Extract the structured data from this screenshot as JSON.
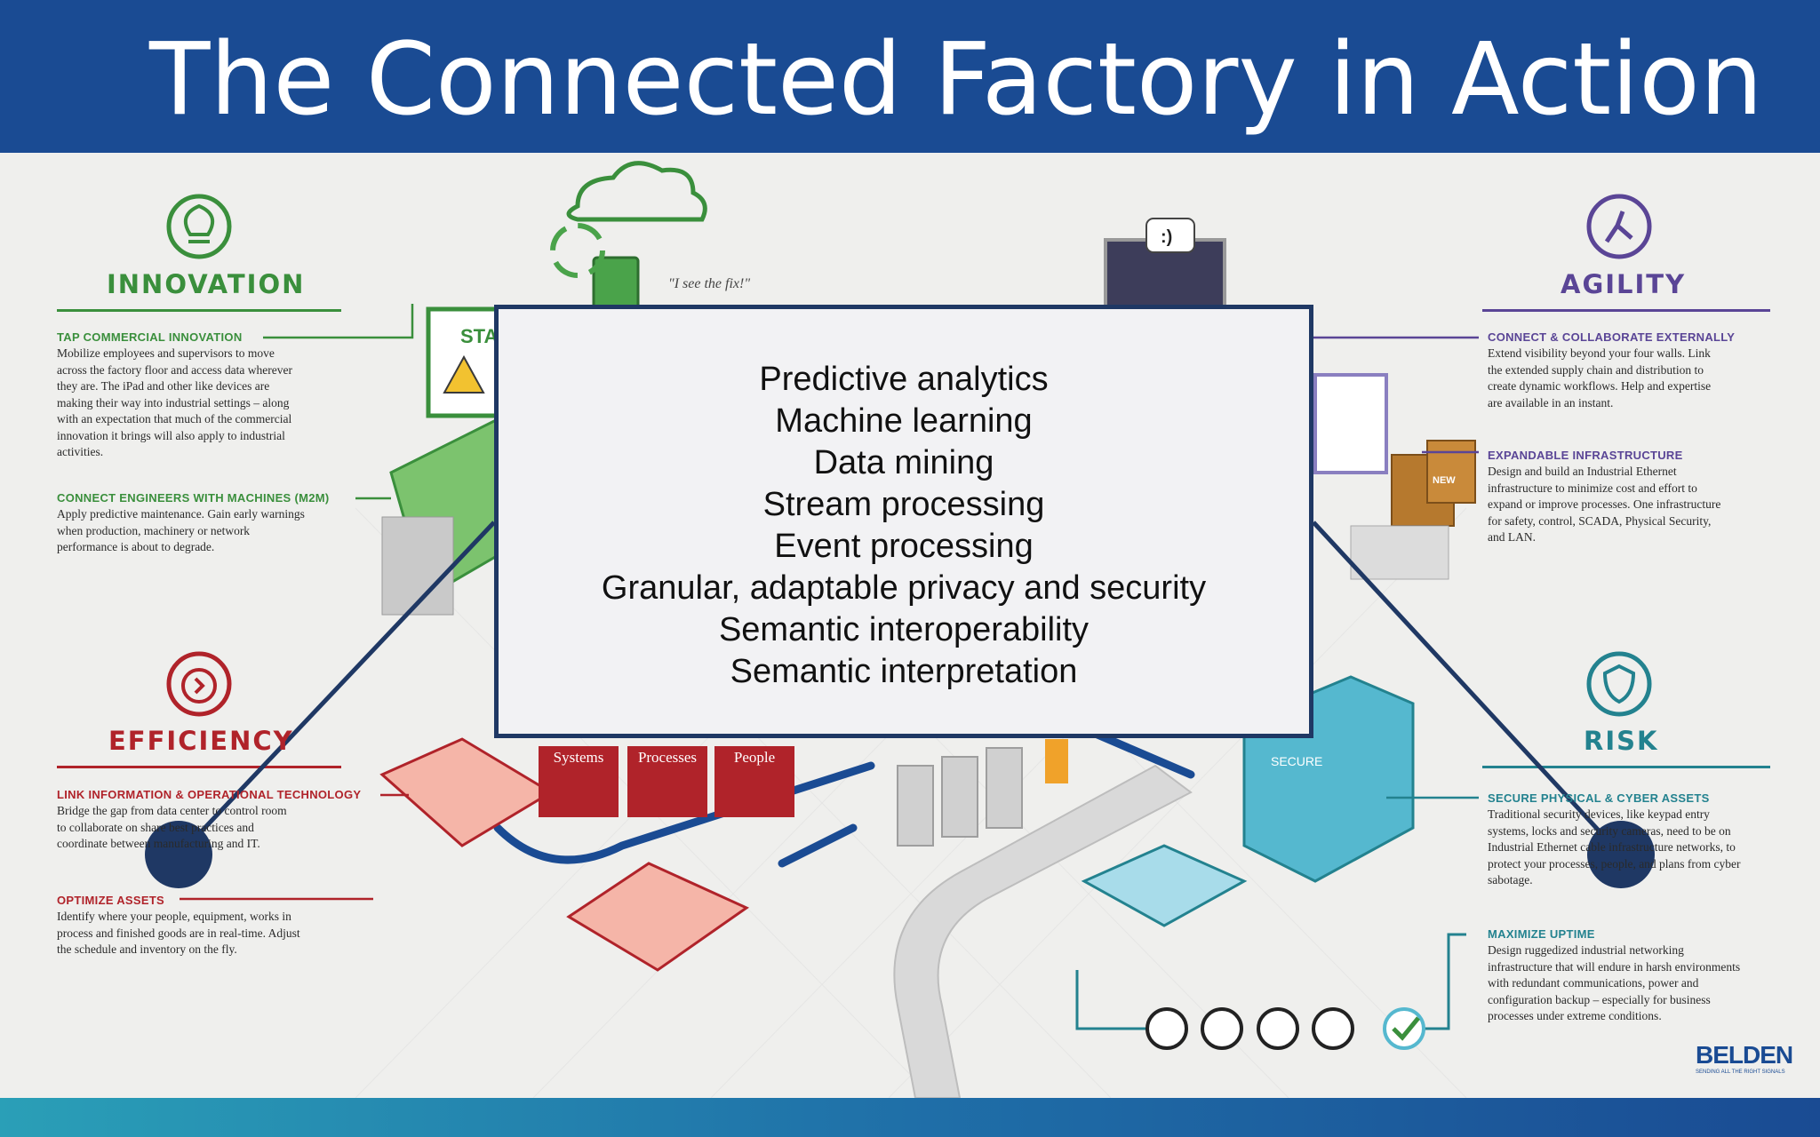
{
  "slide": {
    "title": "The Connected Factory in Action"
  },
  "innovation": {
    "title": "INNOVATION",
    "items": [
      {
        "heading": "TAP COMMERCIAL INNOVATION",
        "text": "Mobilize employees and supervisors to move across the factory floor and access data wherever they are. The iPad and other like devices are making their way into industrial settings – along with an expectation that much of the commercial innovation it brings will also apply to industrial activities."
      },
      {
        "heading": "CONNECT ENGINEERS WITH MACHINES (M2M)",
        "text": "Apply predictive maintenance. Gain early warnings when production, machinery or network performance is about to degrade."
      }
    ]
  },
  "efficiency": {
    "title": "EFFICIENCY",
    "items": [
      {
        "heading": "LINK INFORMATION & OPERATIONAL TECHNOLOGY",
        "text": "Bridge the gap from data center to control room to collaborate on share best practices and coordinate between manufacturing and IT."
      },
      {
        "heading": "OPTIMIZE ASSETS",
        "text": "Identify where your people, equipment, works in process and finished goods are in real-time. Adjust the schedule and inventory on the fly."
      }
    ]
  },
  "agility": {
    "title": "AGILITY",
    "items": [
      {
        "heading": "CONNECT & COLLABORATE EXTERNALLY",
        "text": "Extend visibility beyond your four walls. Link the extended supply chain and distribution to create dynamic workflows. Help and expertise are available in an instant."
      },
      {
        "heading": "EXPANDABLE INFRASTRUCTURE",
        "text": "Design and build an Industrial Ethernet infrastructure to minimize cost and effort to expand or improve processes. One infrastructure for safety, control, SCADA, Physical Security, and LAN."
      }
    ]
  },
  "risk": {
    "title": "RISK",
    "items": [
      {
        "heading": "SECURE PHYSICAL & CYBER ASSETS",
        "text": "Traditional security devices, like keypad entry systems, locks and security cameras, need to be on Industrial Ethernet cable infrastructure networks, to protect your processes, people, and plans from cyber sabotage."
      },
      {
        "heading": "MAXIMIZE UPTIME",
        "text": "Design ruggedized industrial networking infrastructure that will endure in harsh environments with redundant communications, power and configuration backup – especially for business processes under extreme conditions."
      }
    ]
  },
  "scene": {
    "quote": "\"I see the fix!\"",
    "smiley": ":)",
    "sign": "STA",
    "labels": [
      "Systems",
      "Processes",
      "People"
    ],
    "secure_label": "SECURE",
    "box_label": "NEW"
  },
  "overlay": {
    "lines": [
      "Predictive analytics",
      "Machine learning",
      "Data mining",
      "Stream processing",
      "Event processing",
      "Granular, adaptable privacy and security",
      "Semantic interoperability",
      "Semantic interpretation"
    ]
  },
  "brand": {
    "logo": "BELDEN",
    "tagline": "SENDING ALL THE RIGHT SIGNALS"
  },
  "colors": {
    "header": "#1a4b93",
    "innovation": "#3a8f3c",
    "efficiency": "#b0232a",
    "agility": "#5a4596",
    "risk": "#23828f",
    "overlay_border": "#1f3864"
  }
}
